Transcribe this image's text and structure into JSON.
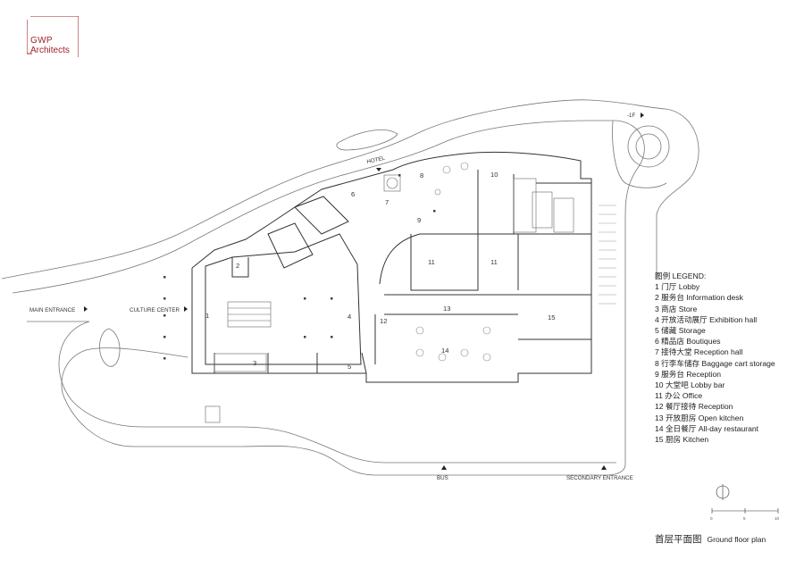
{
  "logo": {
    "line1": "GWP",
    "line2": "Architects",
    "color": "#a3202a"
  },
  "labels": {
    "main_entrance": "MAIN ENTRANCE",
    "culture_center": "CULTURE CENTER",
    "hotel": "HOTEL",
    "level_marker": "-1F",
    "bus": "BUS",
    "secondary_entrance": "SECONDARY ENTRANCE"
  },
  "rooms": {
    "r1": "1",
    "r2": "2",
    "r3": "3",
    "r4": "4",
    "r5": "5",
    "r6": "6",
    "r7": "7",
    "r8": "8",
    "r9": "9",
    "r10": "10",
    "r11a": "11",
    "r11b": "11",
    "r12": "12",
    "r13": "13",
    "r14": "14",
    "r15": "15"
  },
  "legend": {
    "title": "图例 LEGEND:",
    "items": [
      "1 门厅 Lobby",
      "2 服务台 Information desk",
      "3 商店 Store",
      "4 开放活动展厅 Exhibition hall",
      "5 储藏 Storage",
      "6 精品店 Boutiques",
      "7 接待大堂 Reception hall",
      "8 行李车储存 Baggage cart storage",
      "9 服务台 Reception",
      "10 大堂吧 Lobby bar",
      "11 办公 Office",
      "12 餐厅接待 Reception",
      "13 开放厨房 Open kitchen",
      "14 全日餐厅 All-day restaurant",
      "15 厨房 Kitchen"
    ]
  },
  "caption": {
    "zh": "首层平面图",
    "en": "Ground floor plan"
  },
  "scale": {
    "ticks": [
      "0",
      "5",
      "10"
    ]
  }
}
